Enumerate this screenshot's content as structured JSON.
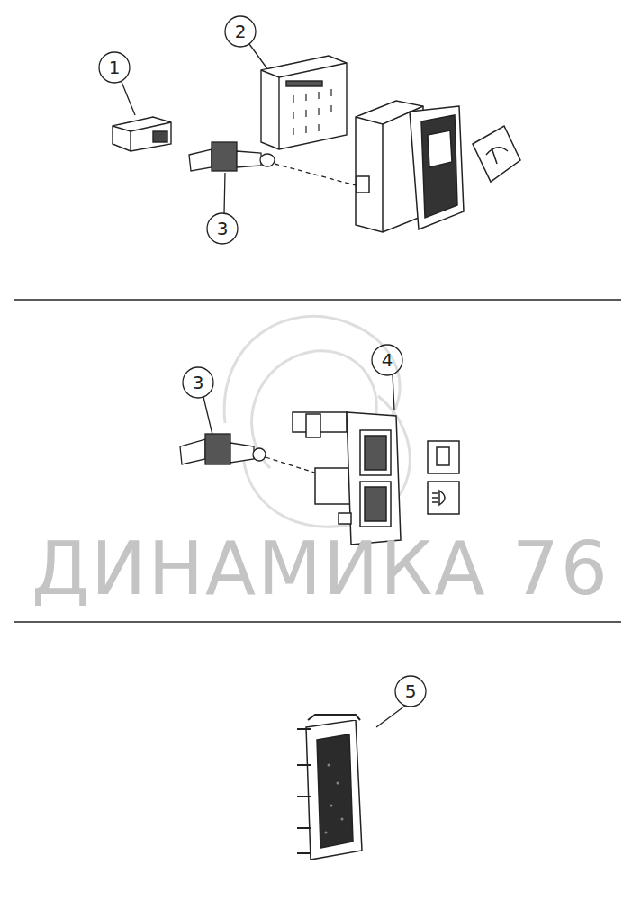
{
  "diagram": {
    "labels": [
      "1",
      "2",
      "3",
      "3",
      "4",
      "5",
      "ДИНАМИКА 76"
    ]
  }
}
